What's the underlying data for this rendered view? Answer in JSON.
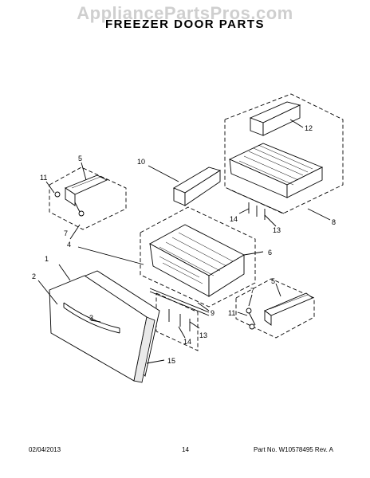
{
  "watermark": "AppliancePartsPros.com",
  "title": "FREEZER DOOR PARTS",
  "callouts": {
    "c1": "1",
    "c2": "2",
    "c3": "3",
    "c4": "4",
    "c5a": "5",
    "c5b": "5",
    "c6": "6",
    "c7a": "7",
    "c7b": "7",
    "c8": "8",
    "c9": "9",
    "c10": "10",
    "c11a": "11",
    "c11b": "11",
    "c12": "12",
    "c13a": "13",
    "c13b": "13",
    "c14a": "14",
    "c14b": "14",
    "c15": "15"
  },
  "footer": {
    "date": "02/04/2013",
    "page": "14",
    "part": "Part No. W10578495  Rev. A"
  }
}
